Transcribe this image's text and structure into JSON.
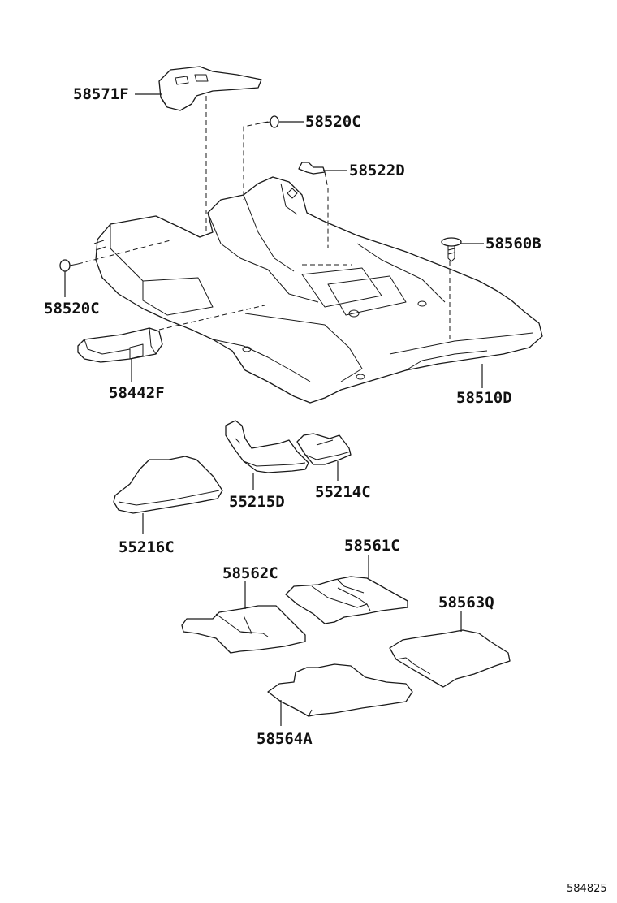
{
  "parts": [
    {
      "id": "58571F"
    },
    {
      "id": "58520C"
    },
    {
      "id": "58522D"
    },
    {
      "id": "58560B"
    },
    {
      "id": "58520C"
    },
    {
      "id": "58442F"
    },
    {
      "id": "58510D"
    },
    {
      "id": "55215D"
    },
    {
      "id": "55214C"
    },
    {
      "id": "55216C"
    },
    {
      "id": "58561C"
    },
    {
      "id": "58562C"
    },
    {
      "id": "58563Q"
    },
    {
      "id": "58564A"
    }
  ],
  "diagram_code": "584825"
}
